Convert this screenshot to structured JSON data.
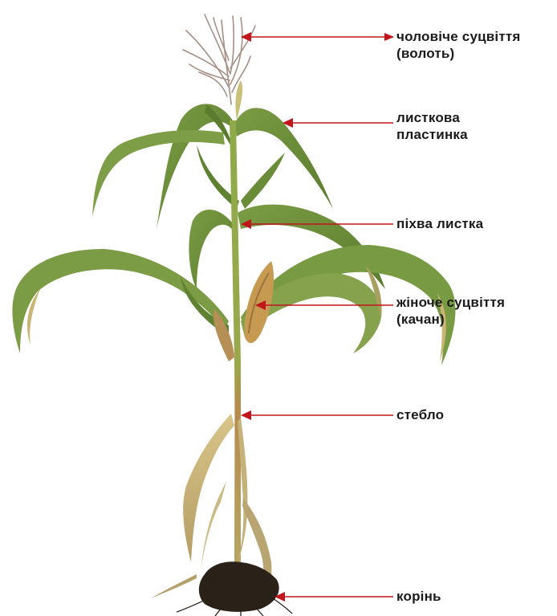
{
  "labels": {
    "tassel": {
      "line1": "чоловіче суцвіття",
      "line2": "(волоть)"
    },
    "leaf_blade": {
      "line1": "листкова",
      "line2": "пластинка"
    },
    "leaf_sheath": {
      "line1": "піхва листка"
    },
    "ear": {
      "line1": "жіноче суцвіття",
      "line2": "(качан)"
    },
    "stem": {
      "line1": "стебло"
    },
    "root": {
      "line1": "корінь"
    }
  },
  "colors": {
    "arrow": "#c0161c",
    "leaf": "#6d8f3a",
    "leaf_dark": "#4f6e2a",
    "leaf_dry": "#c9b574",
    "stem": "#8aa048",
    "ear": "#c79a52",
    "tassel": "#a68f86",
    "roots": "#2a2119"
  }
}
